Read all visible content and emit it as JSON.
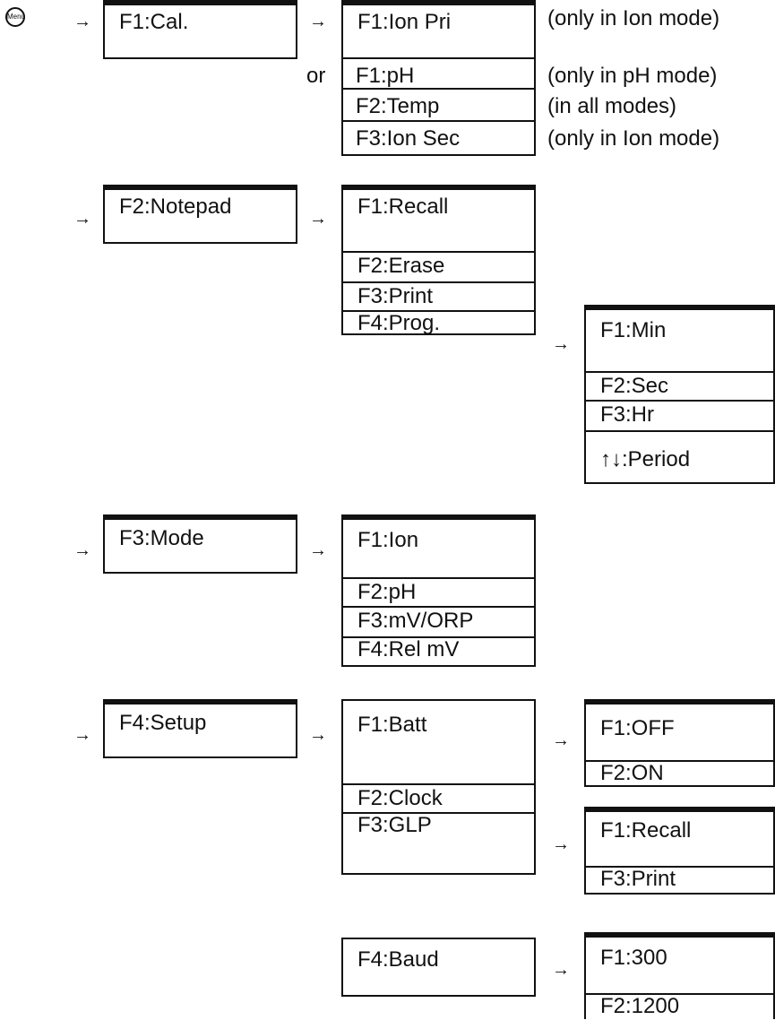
{
  "menu_icon_label": "Menu",
  "arrow": "→",
  "or": "or",
  "level1": {
    "cal": "F1:Cal.",
    "notepad": "F2:Notepad",
    "mode": "F3:Mode",
    "setup": "F4:Setup"
  },
  "cal_sub": {
    "ion_pri": "F1:Ion Pri",
    "ph": "F1:pH",
    "temp": "F2:Temp",
    "ion_sec": "F3:Ion Sec"
  },
  "cal_notes": {
    "ion_pri": "(only in Ion mode)",
    "ph": "(only in pH mode)",
    "temp": "(in all modes)",
    "ion_sec": "(only in Ion mode)"
  },
  "notepad_sub": {
    "recall": "F1:Recall",
    "erase": "F2:Erase",
    "print": "F3:Print",
    "prog": "F4:Prog."
  },
  "prog_sub": {
    "min": "F1:Min",
    "sec": "F2:Sec",
    "hr": "F3:Hr",
    "period": "↑↓:Period"
  },
  "mode_sub": {
    "ion": "F1:Ion",
    "ph": "F2:pH",
    "mv": "F3:mV/ORP",
    "rel": "F4:Rel mV"
  },
  "setup_sub": {
    "batt": "F1:Batt",
    "clock": "F2:Clock",
    "glp": "F3:GLP",
    "baud": "F4:Baud"
  },
  "batt_sub": {
    "off": "F1:OFF",
    "on": "F2:ON"
  },
  "glp_sub": {
    "recall": "F1:Recall",
    "print": "F3:Print"
  },
  "baud_sub": {
    "b300": "F1:300",
    "b1200": "F2:1200"
  }
}
